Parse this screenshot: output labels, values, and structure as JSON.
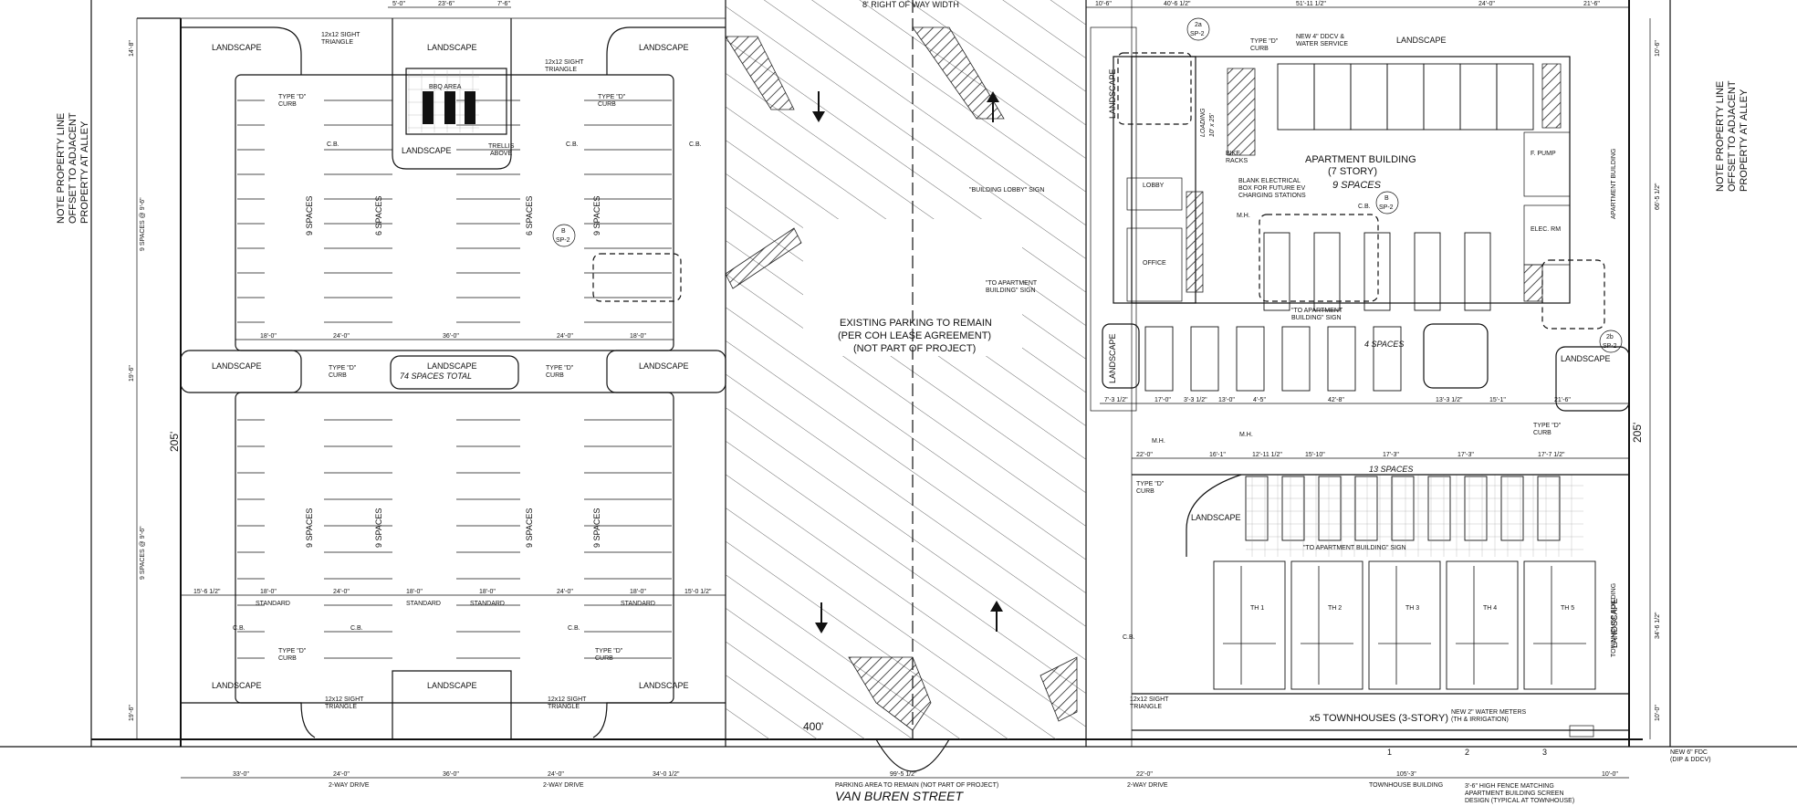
{
  "title_street": "VAN BUREN STREET",
  "row_width": "8' RIGHT OF WAY WIDTH",
  "note_left": [
    "NOTE PROPERTY LINE",
    "OFFSET TO ADJACENT",
    "PROPERTY AT ALLEY"
  ],
  "note_right": [
    "NOTE PROPERTY LINE",
    "OFFSET TO ADJACENT",
    "PROPERTY AT ALLEY"
  ],
  "existing_parking": [
    "EXISTING PARKING TO REMAIN",
    "(PER COH LEASE AGREEMENT)",
    "(NOT PART OF PROJECT)"
  ],
  "dim_205_left": "205'",
  "dim_205_right": "205'",
  "dim_400": "400'",
  "landscape": "LANDSCAPE",
  "landscape_total": "74 SPACES TOTAL",
  "type_d_curb": [
    "TYPE \"D\"",
    "CURB"
  ],
  "sight_triangle": [
    "12x12 SIGHT",
    "TRIANGLE"
  ],
  "bbq_area": "BBQ AREA",
  "trellis": [
    "TRELLIS",
    "ABOVE"
  ],
  "cb": "C.B.",
  "mh": "M.H.",
  "spaces_9": "9 SPACES",
  "spaces_6": "6 SPACES",
  "spaces_4": "4 SPACES",
  "spaces_13": "13 SPACES",
  "standard": "STANDARD",
  "two_way_drive": "2-WAY DRIVE",
  "apartment": [
    "APARTMENT BUILDING",
    "(7 STORY)",
    "9 SPACES"
  ],
  "lobby": "LOBBY",
  "office": "OFFICE",
  "bike_racks": [
    "BIKE",
    "RACKS"
  ],
  "loading": [
    "LOADING",
    "10' x 25'"
  ],
  "ddcv": [
    "NEW 4\" DDCV &",
    "WATER SERVICE"
  ],
  "blank_elec": [
    "BLANK ELECTRICAL",
    "BOX FOR FUTURE EV",
    "CHARGING STATIONS"
  ],
  "lobby_sign": "\"BUILDING LOBBY\" SIGN",
  "to_apt_sign": [
    "\"TO APARTMENT",
    "BUILDING\" SIGN"
  ],
  "to_apt_sign2": [
    "\"TO APARTMENT",
    "BUILDING\" SIGN"
  ],
  "to_apt_sign3": "\"TO APARTMENT BUILDING\" SIGN",
  "fpump": "F. PUMP",
  "elec_rm": "ELEC. RM",
  "apt_building_side": "APARTMENT BUILDING",
  "townhouse_building_side": "TOWNHOUSE BUILDING",
  "townhouses": "x5 TOWNHOUSES (3-STORY)",
  "th_labels": [
    "TH 1",
    "TH 2",
    "TH 3",
    "TH 4",
    "TH 5"
  ],
  "water_meters": [
    "NEW 2\" WATER METERS",
    "(TH & IRRIGATION)"
  ],
  "fdc": [
    "NEW 6\" FDC",
    "(DIP & DDCV)"
  ],
  "fence_note": [
    "3'-6\" HIGH FENCE MATCHING",
    "APARTMENT BUILDING SCREEN",
    "DESIGN (TYPICAL AT TOWNHOUSE)"
  ],
  "parking_area_note": "PARKING AREA TO REMAIN (NOT PART OF PROJECT)",
  "townhouse_building_bottom": "TOWNHOUSE BUILDING",
  "callouts": {
    "sp2": "SP-2",
    "2a": "2a",
    "2b": "2b",
    "b": "B"
  },
  "dims_top_left": [
    "5'-0\"",
    "23'-6\"",
    "7'-6\""
  ],
  "dims_lot1_row": [
    "18'-0\"",
    "24'-0\"",
    "36'-0\"",
    "24'-0\"",
    "18'-0\""
  ],
  "dims_lot2_row": [
    "15'-6 1/2\"",
    "18'-0\"",
    "24'-0\"",
    "18'-0\"",
    "18'-0\"",
    "24'-0\"",
    "18'-0\"",
    "15'-0 1/2\""
  ],
  "dims_bottom_left": [
    "33'-0\"",
    "24'-0\"",
    "36'-0\"",
    "24'-0\"",
    "34'-0 1/2\""
  ],
  "dims_bottom_mid": "99'-5 1/2\"",
  "dims_bottom_right": [
    "22'-0\"",
    "105'-3\"",
    "10'-0\""
  ],
  "dims_right_top": [
    "10'-6\"",
    "40'-6 1/2\"",
    "51'-11 1/2\"",
    "24'-0\"",
    "21'-6\""
  ],
  "dims_apt_row": [
    "7'-3 1/2\"",
    "17'-0\"",
    "3'-3 1/2\"",
    "13'-0\"",
    "4'-5\"",
    "42'-8\"",
    "13'-3 1/2\"",
    "15'-1\"",
    "21'-6\""
  ],
  "dims_th_row": [
    "22'-0\"",
    "16'-1\"",
    "12'-11 1/2\"",
    "15'-10\"",
    "17'-3\"",
    "17'-3\"",
    "17'-7 1/2\""
  ],
  "meter_numbers": [
    "1",
    "2",
    "3"
  ],
  "left_vert_dims": [
    "14'-8\"",
    "9 SPACES @ 9'-6\"",
    "19'-6\"",
    "9 SPACES @ 9'-6\"",
    "19'-6\""
  ],
  "right_vert_dims": [
    "10'-6\"",
    "66'-5 1/2\"",
    "34'-6 1/2\"",
    "10'-0\""
  ]
}
